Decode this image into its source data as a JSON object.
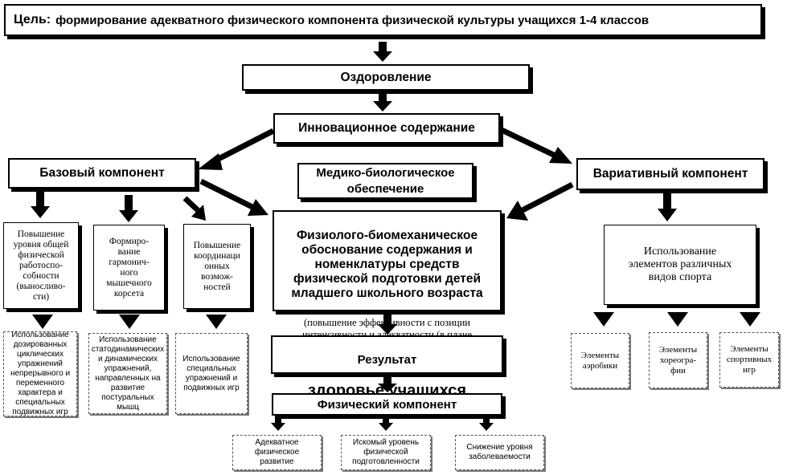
{
  "goal": {
    "lead": "Цель:",
    "text": "формирование адекватного физического компонента физической культуры учащихся 1-4 классов"
  },
  "health": "Оздоровление",
  "innovation": "Инновационное содержание",
  "base_component": "Базовый компонент",
  "medical": "Медико-биологическое\nобеспечение",
  "variative_component": "Вариативный компонент",
  "physiology": {
    "title": "Физиолого-биомеханическое\nобоснование  содержания и\nноменклатуры средств\nфизической подготовки детей\nмладшего школьного возраста",
    "note": "(повышение эффективности с позиции\nинтенсивности и адекватности (в плане\nздоровьесбережения))"
  },
  "base_goals": [
    "Повышение\nуровня общей\nфизической\nработоспо-\nсобности\n(выносливо-\nсти)",
    "Формиро-\nвание\nгармонич-\nного\nмышечного\nкорсета",
    "Повышение\nкоординаци\nонных\nвозмож-\nностей"
  ],
  "base_means": [
    "Использование\nдозированных\nциклических\nупражнений\nнепрерывного и\nпеременного\nхарактера и\nспециальных\nподвижных игр",
    "Использование\nстатодинамических\nи динамических\nупражнений,\nнаправленных  на\nразвитие\nпостуральных\nмышц",
    "Использование\nспециальных\nупражнений и\nподвижных игр"
  ],
  "sports": "Использование\nэлементов различных\nвидов спорта",
  "sport_elements": [
    "Элементы\nаэробики",
    "Элементы\nхореогра-\nфии",
    "Элементы\nспортивных\nигр"
  ],
  "result": {
    "line1": "Результат",
    "line2": "здоровье учащихся"
  },
  "physical_component": "Физический компонент",
  "outcomes": [
    "Адекватное\nфизическое\nразвитие",
    "Искомый уровень\nфизической\nподготовленности",
    "Снижение уровня\nзаболеваемости"
  ]
}
